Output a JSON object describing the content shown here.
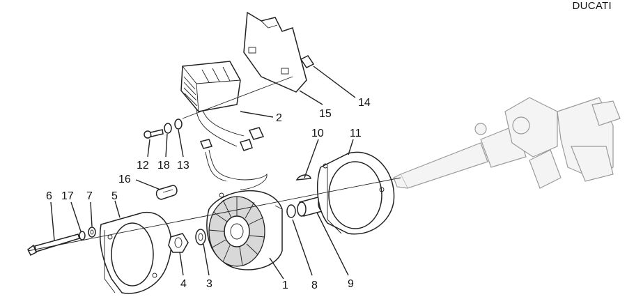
{
  "brand": "DUCATI",
  "labels": [
    {
      "id": "1",
      "text": "1"
    },
    {
      "id": "2",
      "text": "2"
    },
    {
      "id": "3",
      "text": "3"
    },
    {
      "id": "4",
      "text": "4"
    },
    {
      "id": "5",
      "text": "5"
    },
    {
      "id": "6",
      "text": "6"
    },
    {
      "id": "7",
      "text": "7"
    },
    {
      "id": "8",
      "text": "8"
    },
    {
      "id": "9",
      "text": "9"
    },
    {
      "id": "10",
      "text": "10"
    },
    {
      "id": "11",
      "text": "11"
    },
    {
      "id": "12",
      "text": "12"
    },
    {
      "id": "13",
      "text": "13"
    },
    {
      "id": "14",
      "text": "14"
    },
    {
      "id": "15",
      "text": "15"
    },
    {
      "id": "16",
      "text": "16"
    },
    {
      "id": "17",
      "text": "17"
    },
    {
      "id": "18",
      "text": "18"
    }
  ]
}
